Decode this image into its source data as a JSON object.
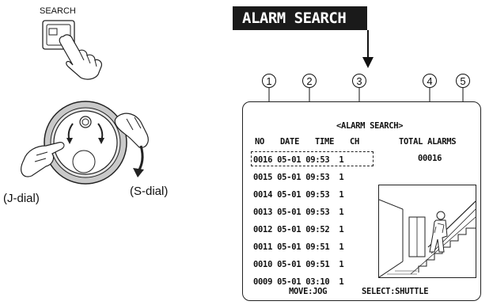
{
  "left": {
    "search_button_label": "SEARCH",
    "jdial_label": "(J-dial)",
    "sdial_label": "(S-dial)"
  },
  "banner": {
    "title": "ALARM SEARCH"
  },
  "callouts": [
    "1",
    "2",
    "3",
    "4",
    "5"
  ],
  "screen": {
    "title": "<ALARM SEARCH>",
    "headers": {
      "no": "NO",
      "date": "DATE",
      "time": "TIME",
      "ch": "CH"
    },
    "total_label": "TOTAL ALARMS",
    "total_value": "00016",
    "rows": [
      {
        "no": "0016",
        "date": "05-01",
        "time": "09:53",
        "ch": "1"
      },
      {
        "no": "0015",
        "date": "05-01",
        "time": "09:53",
        "ch": "1"
      },
      {
        "no": "0014",
        "date": "05-01",
        "time": "09:53",
        "ch": "1"
      },
      {
        "no": "0013",
        "date": "05-01",
        "time": "09:53",
        "ch": "1"
      },
      {
        "no": "0012",
        "date": "05-01",
        "time": "09:52",
        "ch": "1"
      },
      {
        "no": "0011",
        "date": "05-01",
        "time": "09:51",
        "ch": "1"
      },
      {
        "no": "0010",
        "date": "05-01",
        "time": "09:51",
        "ch": "1"
      },
      {
        "no": "0009",
        "date": "05-01",
        "time": "03:10",
        "ch": "1"
      }
    ],
    "footer_move": "MOVE:JOG",
    "footer_select": "SELECT:SHUTTLE"
  }
}
